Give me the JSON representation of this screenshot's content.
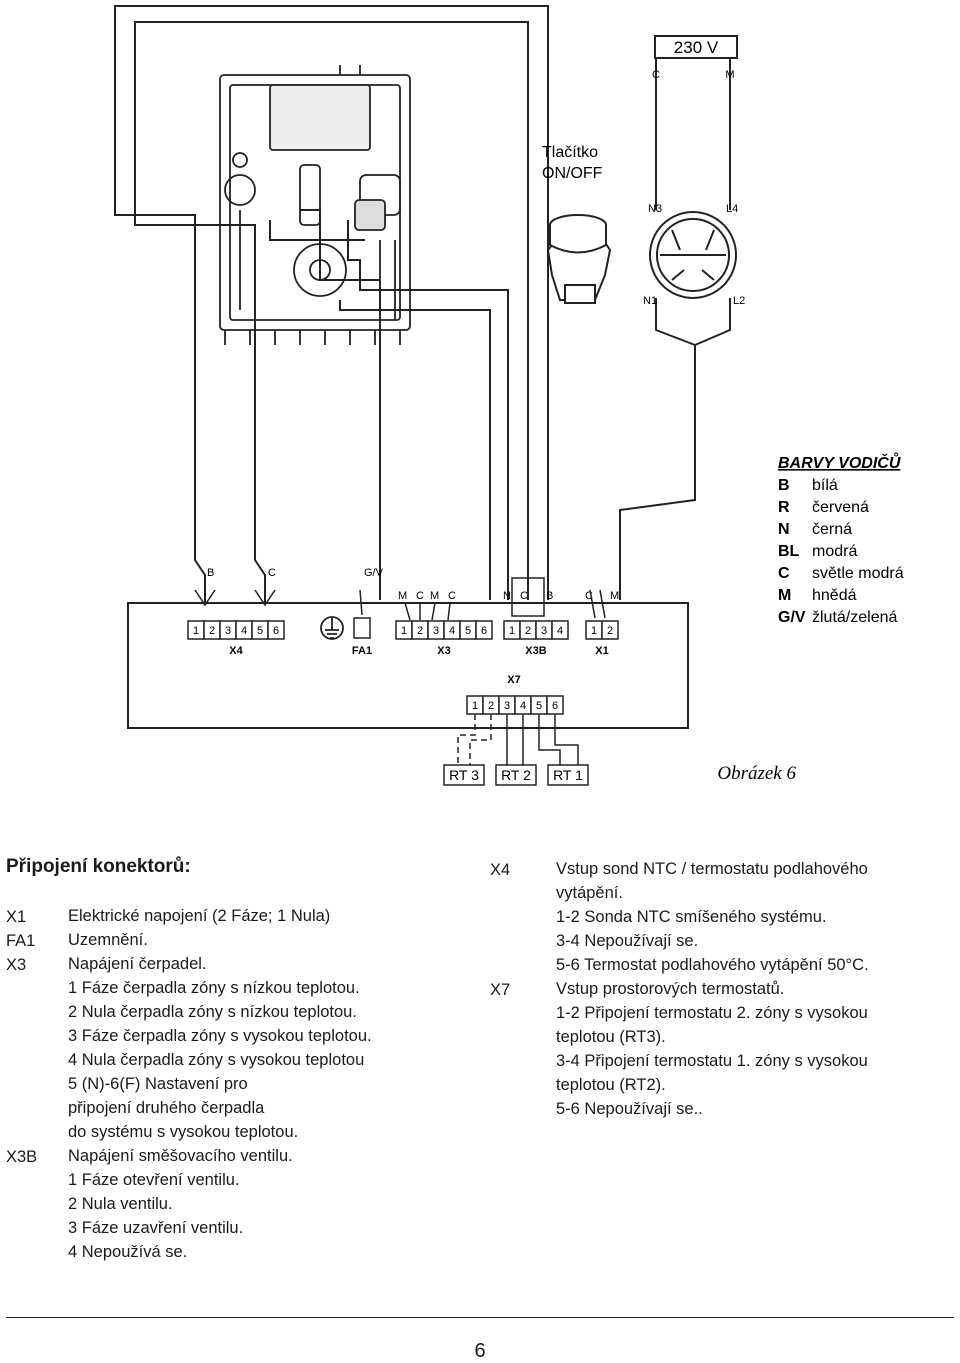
{
  "diagram": {
    "button_label_1": "Tlačítko",
    "button_label_2": "ON/OFF",
    "voltage": "230 V",
    "motor": {
      "c": "C",
      "m": "M",
      "n3": "N3",
      "l4": "L4",
      "n1": "N1",
      "l2": "L2"
    },
    "wire_colors": {
      "title": "BARVY VODIČŮ",
      "items": [
        {
          "code": "B",
          "name": "bílá"
        },
        {
          "code": "R",
          "name": "červená"
        },
        {
          "code": "N",
          "name": "černá"
        },
        {
          "code": "BL",
          "name": "modrá"
        },
        {
          "code": "C",
          "name": "světle modrá"
        },
        {
          "code": "M",
          "name": "hnědá"
        },
        {
          "code": "G/V",
          "name": "žlutá/zelená"
        }
      ]
    },
    "wire_labels": {
      "b": "B",
      "c": "C",
      "gv": "G/V",
      "m1": "M",
      "c1": "C",
      "m2": "M",
      "c2": "C",
      "n": "N",
      "c3": "C",
      "b2": "B",
      "c4": "C",
      "m3": "M"
    },
    "connectors": {
      "x4": {
        "name": "X4",
        "pins": [
          "1",
          "2",
          "3",
          "4",
          "5",
          "6"
        ]
      },
      "fa1": {
        "name": "FA1"
      },
      "x3": {
        "name": "X3",
        "pins": [
          "1",
          "2",
          "3",
          "4",
          "5",
          "6"
        ]
      },
      "x3b": {
        "name": "X3B",
        "pins": [
          "1",
          "2",
          "3",
          "4"
        ]
      },
      "x1": {
        "name": "X1",
        "pins": [
          "1",
          "2"
        ]
      },
      "x7": {
        "name": "X7",
        "pins": [
          "1",
          "2",
          "3",
          "4",
          "5",
          "6"
        ]
      }
    },
    "thermostats": [
      "RT 3",
      "RT 2",
      "RT 1"
    ],
    "figure_caption": "Obrázek 6"
  },
  "legend": {
    "title": "Připojení konektorů:",
    "left": [
      {
        "code": "X1",
        "text": "Elektrické napojení (2 Fáze; 1 Nula)"
      },
      {
        "code": "FA1",
        "text": "Uzemnění."
      },
      {
        "code": "X3",
        "text": "Napájení čerpadel."
      },
      {
        "code": "",
        "text": "1 Fáze čerpadla zóny s nízkou teplotou."
      },
      {
        "code": "",
        "text": "2 Nula čerpadla zóny s nízkou teplotou."
      },
      {
        "code": "",
        "text": "3 Fáze čerpadla zóny s vysokou teplotou."
      },
      {
        "code": "",
        "text": "4 Nula čerpadla zóny s vysokou teplotou"
      },
      {
        "code": "",
        "text": "5 (N)-6(F) Nastavení pro"
      },
      {
        "code": "",
        "text": "připojení druhého čerpadla"
      },
      {
        "code": "",
        "text": "do systému s vysokou teplotou."
      },
      {
        "code": "X3B",
        "text": "Napájení směšovacího ventilu."
      },
      {
        "code": "",
        "text": "1 Fáze otevření ventilu."
      },
      {
        "code": "",
        "text": "2 Nula ventilu."
      },
      {
        "code": "",
        "text": "3 Fáze uzavření ventilu."
      },
      {
        "code": "",
        "text": "4 Nepoužívá se."
      }
    ],
    "right": [
      {
        "code": "X4",
        "text": "Vstup sond NTC / termostatu podlahového"
      },
      {
        "code": "",
        "text": "vytápění."
      },
      {
        "code": "",
        "text": "1-2 Sonda NTC smíšeného systému."
      },
      {
        "code": "",
        "text": "3-4 Nepoužívají se."
      },
      {
        "code": "",
        "text": "5-6 Termostat podlahového vytápění 50°C."
      },
      {
        "code": "X7",
        "text": "Vstup prostorových termostatů."
      },
      {
        "code": "",
        "text": "1-2 Připojení termostatu 2. zóny s vysokou"
      },
      {
        "code": "",
        "text": "teplotou (RT3)."
      },
      {
        "code": "",
        "text": "3-4 Připojení termostatu 1. zóny s vysokou"
      },
      {
        "code": "",
        "text": "teplotou (RT2)."
      },
      {
        "code": "",
        "text": "5-6 Nepoužívají se.."
      }
    ]
  },
  "page_number": "6"
}
